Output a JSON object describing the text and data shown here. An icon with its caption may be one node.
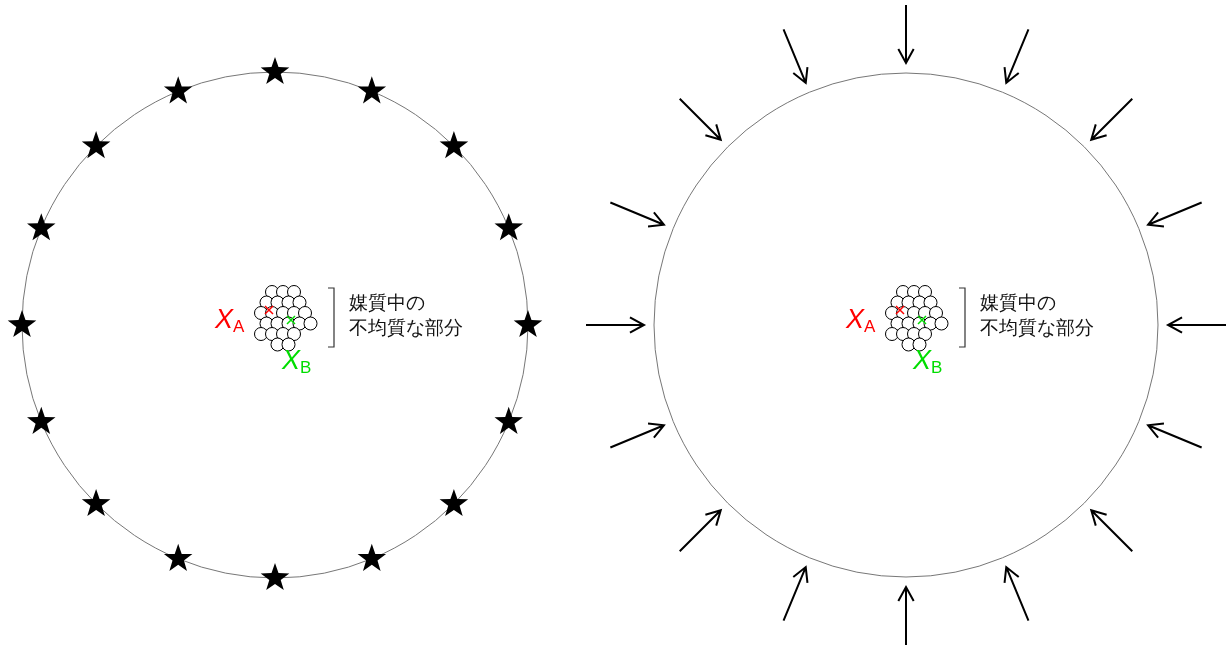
{
  "diagram": {
    "labels": [
      "*X*$_{A}$",
      "媒質中の不均質な部分",
      "*X*$_{B}$",
      "*X*$_{A}$",
      "媒質中の不均質な部分",
      "*X*$_{B}$"
    ]
  }
}
